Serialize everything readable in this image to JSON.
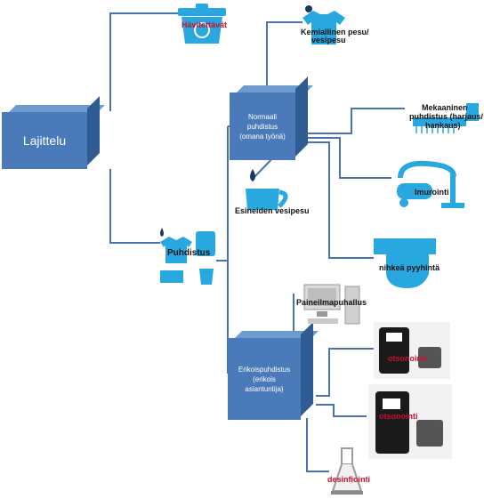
{
  "colors": {
    "line": "#4a74b0",
    "box_front": "#4a7ab9",
    "box_side": "#2f5b93",
    "icon_blue": "#29a8e0",
    "icon_dark": "#1a1a1a",
    "label_red": "#c8102e"
  },
  "nodes": {
    "lajittelu": {
      "label": "Lajittelu"
    },
    "normaali": {
      "line1": "Normaali",
      "line2": "puhdistus",
      "line3": "(omana työnä)"
    },
    "erikois": {
      "line1": "Erikoispuhdistus",
      "line2": "(erikois",
      "line3": "asiantuntija)"
    }
  },
  "leaves": {
    "havitettavat": {
      "label": "Hävitettävät",
      "icon": "trash-bin-icon"
    },
    "puhdistus": {
      "label": "Puhdistus",
      "icon": "cleaning-items-icon"
    },
    "kemiallinen": {
      "line1": "Kemiallinen pesu/",
      "line2": "vesipesu",
      "icon": "shirt-icon"
    },
    "mekaaninen": {
      "line1": "Mekaaninen",
      "line2": "puhdistus (harjaus/",
      "line3": "hankaus)",
      "icon": "brush-icon"
    },
    "imurointi": {
      "label": "Imurointi",
      "icon": "vacuum-icon"
    },
    "esineiden": {
      "label": "Esineiden vesipesu",
      "icon": "cup-icon"
    },
    "nihkea": {
      "label": "nihkeä pyyhintä",
      "icon": "wiping-hand-icon"
    },
    "paineilma": {
      "label": "Paineilmapuhallus",
      "icon": "computer-icon"
    },
    "otsonointi_1": {
      "label": "otsonointi",
      "icon": "ozone-machine-icon"
    },
    "otsonointi_2": {
      "label": "otsonointi",
      "icon": "ozone-machine-icon"
    },
    "desinfiointi": {
      "label": "desinfiointi",
      "icon": "flask-icon"
    }
  }
}
